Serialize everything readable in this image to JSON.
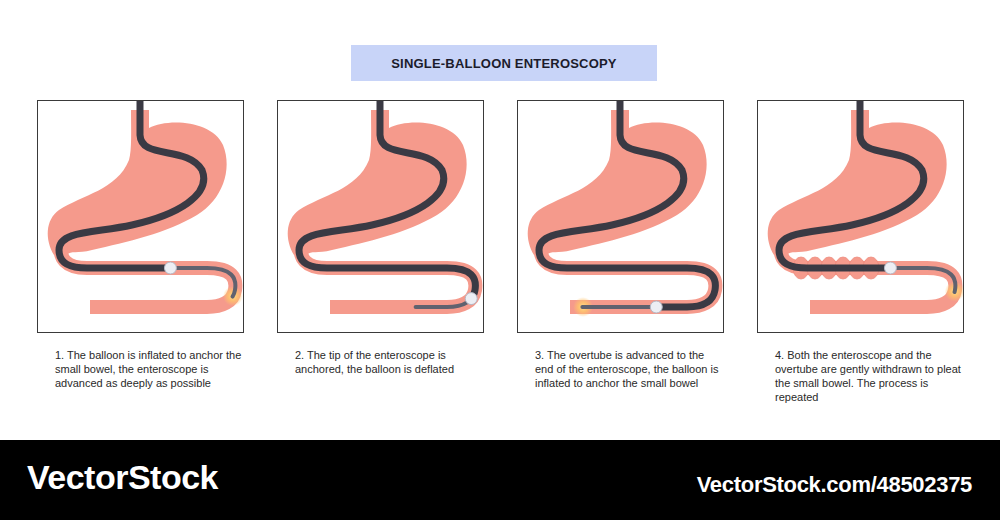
{
  "diagram": {
    "title": "SINGLE-BALLOON ENTEROSCOPY",
    "nodes": [
      {
        "text": [
          "1. The balloon is inflated to anchor the small bowel, the enteroscope is advanced as deeply as possible"
        ]
      },
      {
        "text": [
          "2. The tip of the enteroscope is anchored, the balloon is deflated"
        ]
      },
      {
        "text": [
          "3. The overtube is advanced to the end of the enteroscope, the balloon is inflated to anchor the small bowel"
        ]
      },
      {
        "text": [
          "4. Both the enteroscope and the overtube are gently withdrawn to pleat the small bowel. The process is repeated"
        ]
      }
    ],
    "labels": [
      "VectorStock",
      "VectorStock.com/48502375"
    ]
  }
}
